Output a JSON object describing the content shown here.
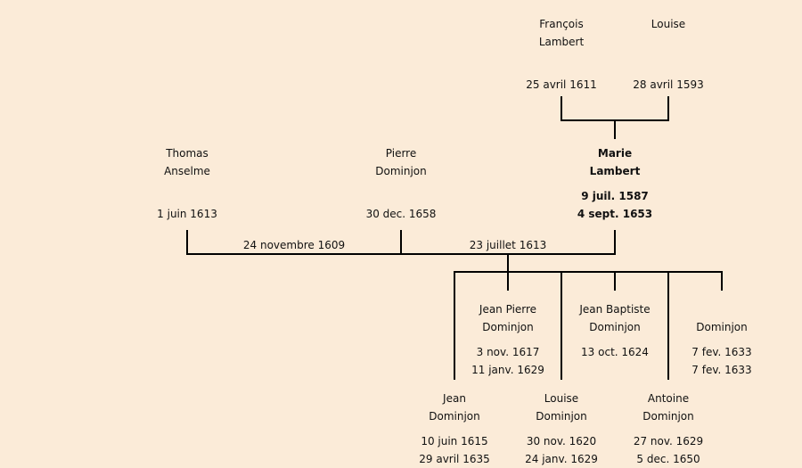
{
  "grandparents": {
    "father": {
      "first": "François",
      "last": "Lambert",
      "date": "25 avril 1611"
    },
    "mother": {
      "first": "Louise",
      "date": "28 avril 1593"
    }
  },
  "spouses": {
    "first_husband": {
      "first": "Thomas",
      "last": "Anselme",
      "date": "1 juin 1613"
    },
    "second_husband": {
      "first": "Pierre",
      "last": "Dominjon",
      "date": "30 dec. 1658"
    }
  },
  "subject": {
    "first": "Marie",
    "last": "Lambert",
    "birth": "9 juil. 1587",
    "death": "4 sept. 1653"
  },
  "marriages": {
    "first": "24 novembre 1609",
    "second": "23 juillet 1613"
  },
  "children": [
    {
      "first": "Jean",
      "last": "Dominjon",
      "birth": "10 juin 1615",
      "death": "29 avril 1635"
    },
    {
      "first": "Jean Pierre",
      "last": "Dominjon",
      "birth": "3 nov. 1617",
      "death": "11 janv. 1629"
    },
    {
      "first": "Louise",
      "last": "Dominjon",
      "birth": "30 nov. 1620",
      "death": "24 janv. 1629"
    },
    {
      "first": "Jean Baptiste",
      "last": "Dominjon",
      "birth": "13 oct. 1624"
    },
    {
      "first": "Antoine",
      "last": "Dominjon",
      "birth": "27 nov. 1629",
      "death": "5 dec. 1650"
    },
    {
      "last": "Dominjon",
      "birth": "7 fev. 1633",
      "death": "7 fev. 1633"
    }
  ]
}
